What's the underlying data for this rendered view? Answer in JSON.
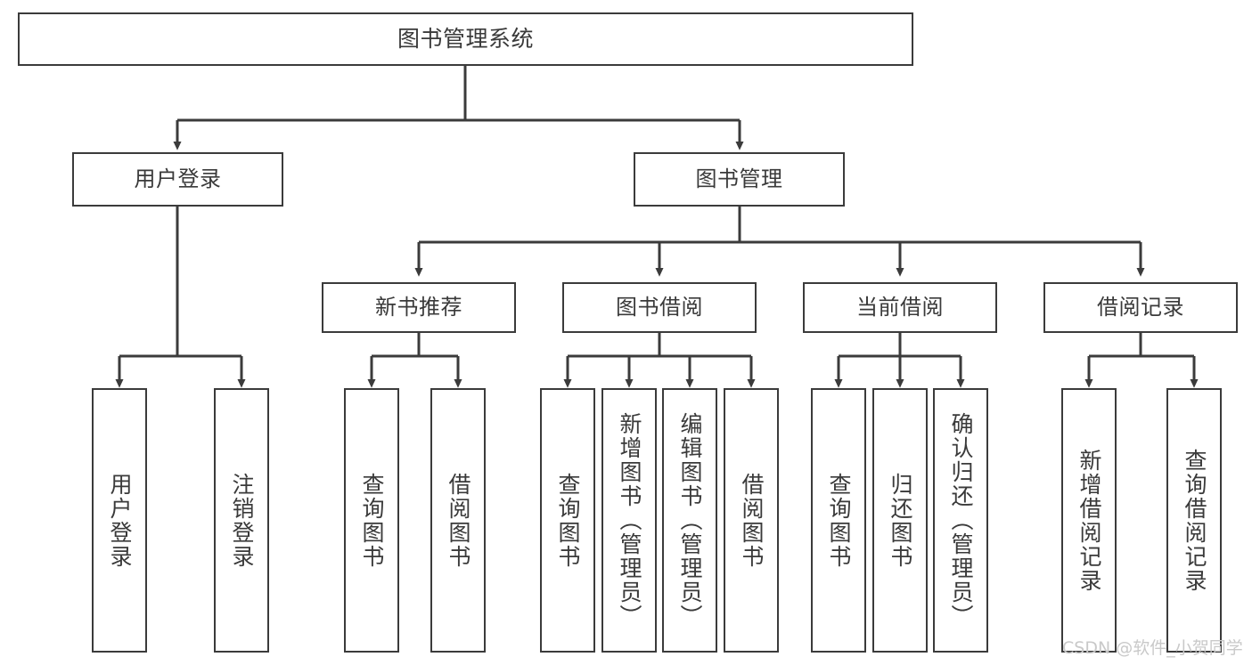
{
  "diagram": {
    "title": "图书管理系统",
    "type": "tree-hierarchy-chart",
    "watermark": "CSDN @软件_小贺同学",
    "colors": {
      "stroke": "#3b3b3b",
      "fill": "#ffffff",
      "text": "#3a3a3a",
      "watermark": "#c9c9c9"
    },
    "nodes": {
      "root": {
        "label": "图书管理系统"
      },
      "level2": [
        {
          "id": "user-login",
          "label": "用户登录"
        },
        {
          "id": "book-manage",
          "label": "图书管理"
        }
      ],
      "level3": [
        {
          "id": "new-book-recommend",
          "label": "新书推荐"
        },
        {
          "id": "book-borrow",
          "label": "图书借阅"
        },
        {
          "id": "current-borrow",
          "label": "当前借阅"
        },
        {
          "id": "borrow-record",
          "label": "借阅记录"
        }
      ],
      "leaves": [
        {
          "id": "leaf-user-login",
          "label": "用户登录"
        },
        {
          "id": "leaf-logout-login",
          "label": "注销登录"
        },
        {
          "id": "leaf-query-book-1",
          "label": "查询图书"
        },
        {
          "id": "leaf-borrow-book-1",
          "label": "借阅图书"
        },
        {
          "id": "leaf-query-book-2",
          "label": "查询图书"
        },
        {
          "id": "leaf-add-book",
          "label": "新增图书（管理员）"
        },
        {
          "id": "leaf-edit-book",
          "label": "编辑图书（管理员）"
        },
        {
          "id": "leaf-borrow-book-2",
          "label": "借阅图书"
        },
        {
          "id": "leaf-query-book-3",
          "label": "查询图书"
        },
        {
          "id": "leaf-return-book",
          "label": "归还图书"
        },
        {
          "id": "leaf-confirm-return",
          "label": "确认归还（管理员）"
        },
        {
          "id": "leaf-add-record",
          "label": "新增借阅记录"
        },
        {
          "id": "leaf-query-record",
          "label": "查询借阅记录"
        }
      ]
    }
  }
}
